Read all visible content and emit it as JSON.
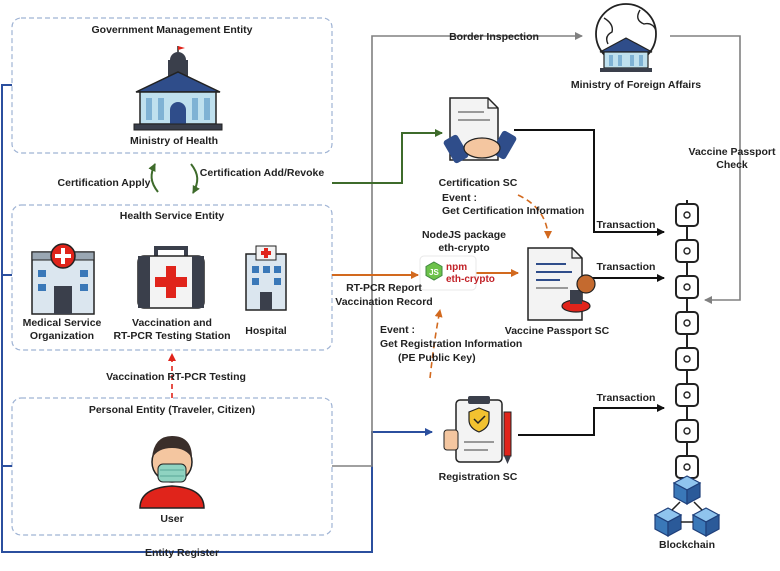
{
  "colors": {
    "blue": "#2b4f9e",
    "green": "#3e6b2b",
    "orange": "#d2691e",
    "red": "#e0241b",
    "gray": "#808080",
    "black": "#111111",
    "entity_border": "#9fb3d4"
  },
  "entities": {
    "government": {
      "title": "Government Management Entity",
      "ministry_health": "Ministry of Health"
    },
    "health_service": {
      "title": "Health Service Entity",
      "medical_line1": "Medical Service",
      "medical_line2": "Organization",
      "station_line1": "Vaccination and",
      "station_line2": "RT-PCR Testing Station",
      "hospital": "Hospital"
    },
    "personal": {
      "title": "Personal Entity (Traveler, Citizen)",
      "user": "User"
    }
  },
  "arrows": {
    "certification_apply": "Certification Apply",
    "certification_add_revoke": "Certification Add/Revoke",
    "vaccination_testing": "Vaccination RT-PCR Testing",
    "rtpcr_line1": "RT-PCR Report",
    "rtpcr_line2": "Vaccination Record",
    "entity_register": "Entity Register",
    "border_inspection": "Border Inspection",
    "passport_check_line1": "Vaccine Passport",
    "passport_check_line2": "Check",
    "transaction": "Transaction"
  },
  "right_side": {
    "ministry_foreign": "Ministry of Foreign Affairs",
    "cert_sc": "Certification SC",
    "event_cert_line1": "Event :",
    "event_cert_line2": "Get Certification Information",
    "nodejs_line1": "NodeJS package",
    "nodejs_line2": "eth-crypto",
    "npm_badge": "npm",
    "npm_package": "eth-crypto",
    "vaccine_passport_sc": "Vaccine Passport SC",
    "event_reg_line1": "Event :",
    "event_reg_line2": "Get Registration Information",
    "event_reg_line3": "(PE Public Key)",
    "registration_sc": "Registration SC",
    "blockchain": "Blockchain"
  },
  "icons": {
    "ministry_health": "government-building-icon",
    "medical_org": "medical-building-icon",
    "station": "first-aid-kit-icon",
    "hospital": "hospital-icon",
    "user": "masked-user-icon",
    "ministry_foreign": "globe-building-icon",
    "cert_sc": "handshake-contract-icon",
    "vaccine_sc": "stamped-document-icon",
    "reg_sc": "clipboard-check-icon",
    "nodejs": "nodejs-hexagon-icon",
    "blockchain": "chain-blocks-icon"
  }
}
